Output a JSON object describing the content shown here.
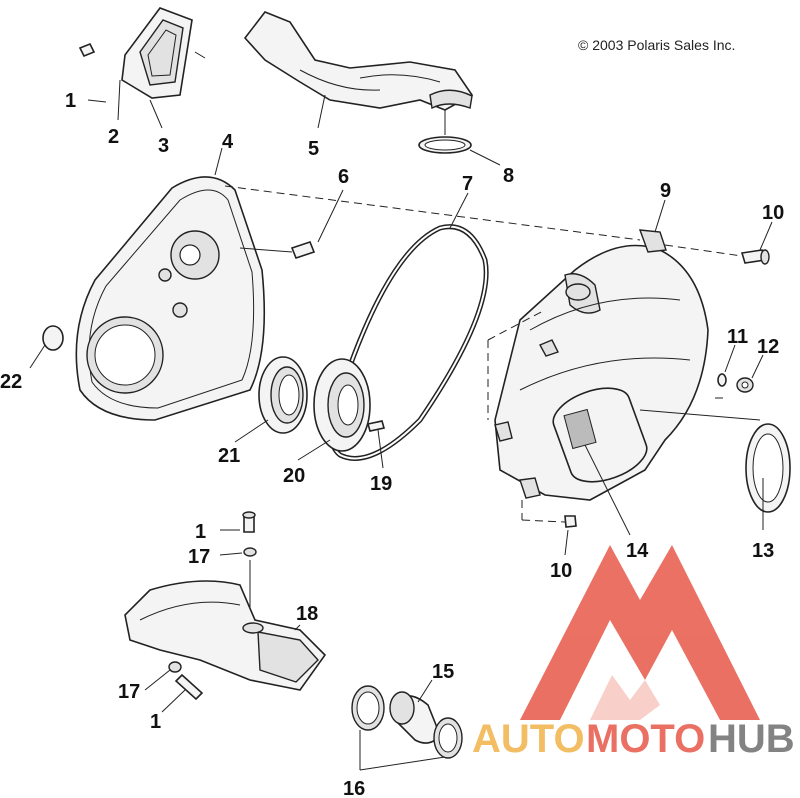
{
  "copyright": "© 2003 Polaris Sales Inc.",
  "callouts": [
    "1",
    "2",
    "3",
    "4",
    "5",
    "6",
    "7",
    "8",
    "9",
    "10",
    "11",
    "12",
    "13",
    "14",
    "15",
    "16",
    "17",
    "18",
    "19",
    "20",
    "21",
    "22"
  ],
  "watermark": {
    "word1": "AUTO",
    "word2": "MOTO",
    "word3": "HUB",
    "color_red": "#e8584a",
    "color_orange": "#f2b24a",
    "color_gray": "#6e6e6e"
  }
}
